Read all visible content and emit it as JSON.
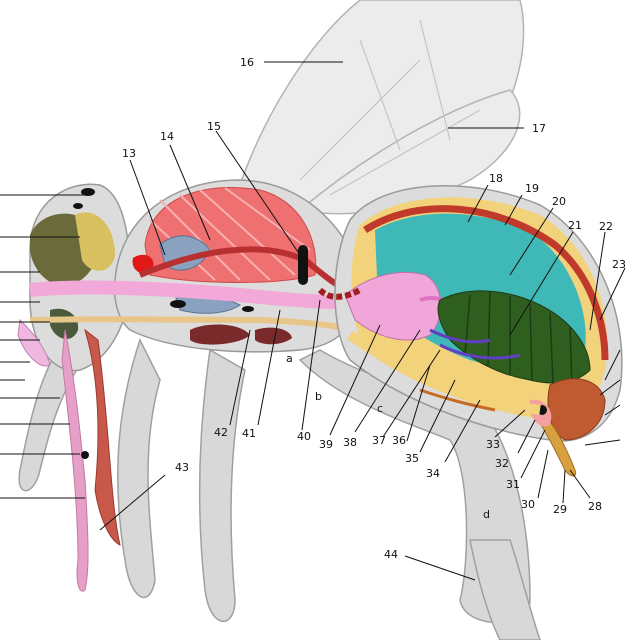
{
  "diagram": {
    "callouts": [
      {
        "id": "16",
        "text": "16"
      },
      {
        "id": "17",
        "text": "17"
      },
      {
        "id": "18",
        "text": "18"
      },
      {
        "id": "19",
        "text": "19"
      },
      {
        "id": "20",
        "text": "20"
      },
      {
        "id": "21",
        "text": "21"
      },
      {
        "id": "22",
        "text": "22"
      },
      {
        "id": "23",
        "text": "23"
      },
      {
        "id": "15",
        "text": "15"
      },
      {
        "id": "14",
        "text": "14"
      },
      {
        "id": "13",
        "text": "13"
      },
      {
        "id": "43",
        "text": "43"
      },
      {
        "id": "42",
        "text": "42"
      },
      {
        "id": "41",
        "text": "41"
      },
      {
        "id": "40",
        "text": "40"
      },
      {
        "id": "39",
        "text": "39"
      },
      {
        "id": "38",
        "text": "38"
      },
      {
        "id": "37",
        "text": "37"
      },
      {
        "id": "36",
        "text": "36"
      },
      {
        "id": "35",
        "text": "35"
      },
      {
        "id": "34",
        "text": "34"
      },
      {
        "id": "33",
        "text": "33"
      },
      {
        "id": "32",
        "text": "32"
      },
      {
        "id": "31",
        "text": "31"
      },
      {
        "id": "30",
        "text": "30"
      },
      {
        "id": "29",
        "text": "29"
      },
      {
        "id": "28",
        "text": "28"
      },
      {
        "id": "44",
        "text": "44"
      }
    ],
    "segment_letters": [
      "a",
      "b",
      "c",
      "d"
    ],
    "colors": {
      "body": "#dcdcdc",
      "outline": "#9a9a9a",
      "wing": "#e8e8e8",
      "fat": "#f2d27a",
      "muscle": "#e86a6a",
      "crop": "#f0a6d8",
      "gut": "#2f5f1e",
      "hemolymph": "#3fb8b8",
      "heart": "#c0392b",
      "nerve": "#8a6f3c",
      "gland": "#6a6a3a",
      "trachea": "#7a93b0",
      "venom": "#d8a040"
    }
  }
}
